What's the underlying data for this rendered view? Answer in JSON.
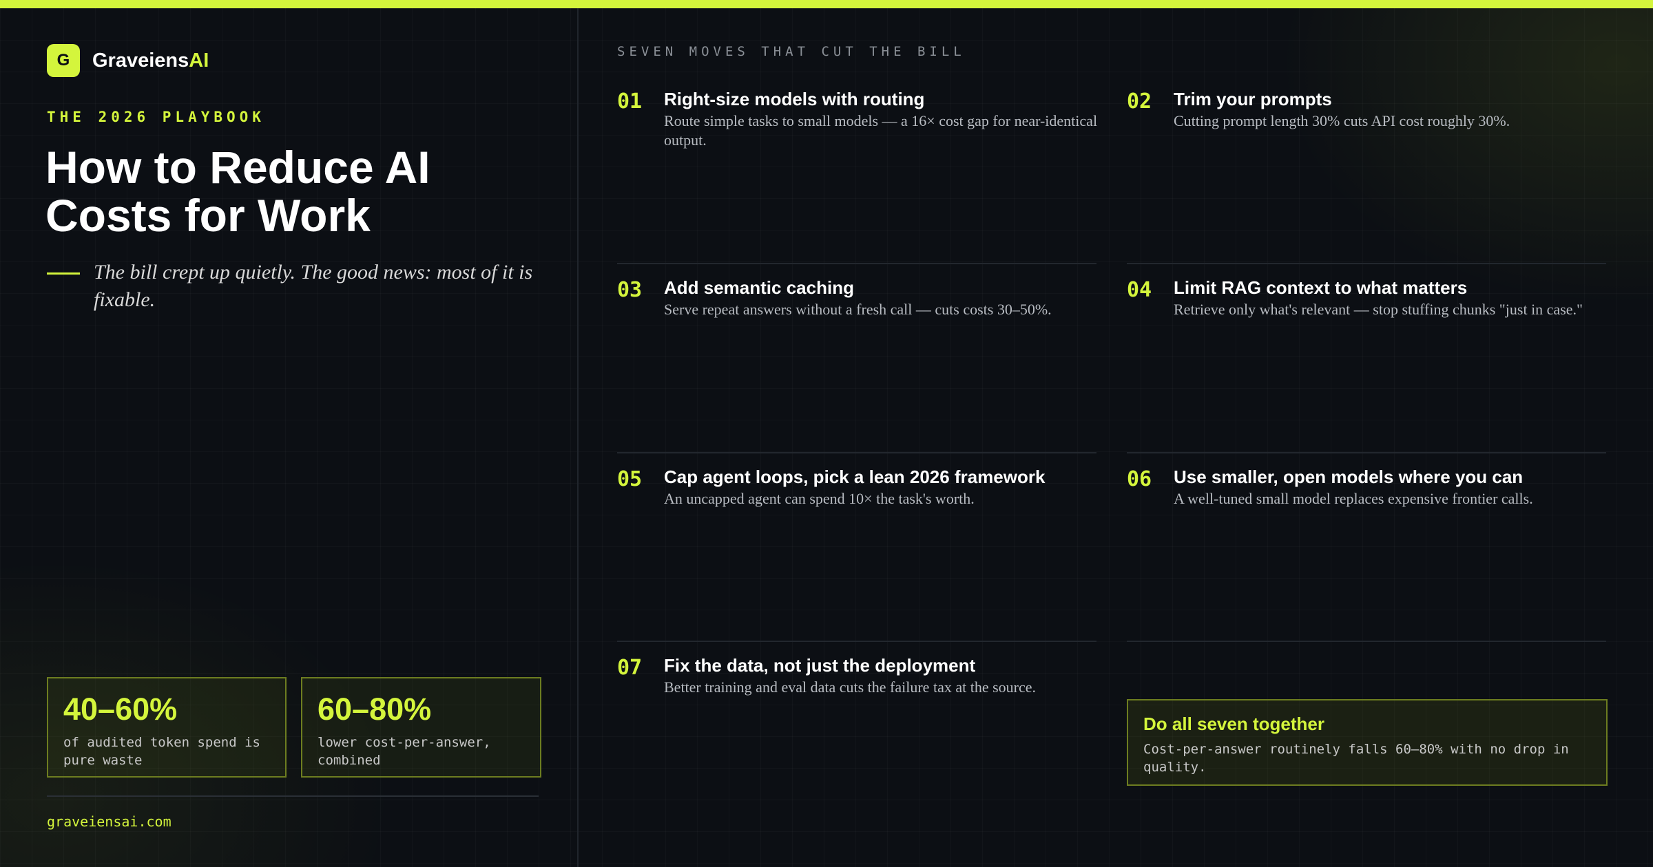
{
  "brand": {
    "logo_letter": "G",
    "name_main": "Graveiens",
    "name_accent": "AI"
  },
  "hero": {
    "eyebrow": "THE 2026 PLAYBOOK",
    "title": "How to Reduce AI Costs for Work",
    "subtitle": "The bill crept up quietly. The good news: most of it is fixable."
  },
  "stats": [
    {
      "value": "40–60%",
      "label": "of audited token spend is pure waste"
    },
    {
      "value": "60–80%",
      "label": "lower cost-per-answer, combined"
    }
  ],
  "site": "graveiensai.com",
  "section_label": "SEVEN MOVES THAT CUT THE BILL",
  "moves": [
    {
      "num": "01",
      "title": "Right-size models with routing",
      "desc": "Route simple tasks to small models — a 16× cost gap for near-identical output."
    },
    {
      "num": "02",
      "title": "Trim your prompts",
      "desc": "Cutting prompt length 30% cuts API cost roughly 30%."
    },
    {
      "num": "03",
      "title": "Add semantic caching",
      "desc": "Serve repeat answers without a fresh call — cuts costs 30–50%."
    },
    {
      "num": "04",
      "title": "Limit RAG context to what matters",
      "desc": "Retrieve only what's relevant — stop stuffing chunks \"just in case.\""
    },
    {
      "num": "05",
      "title": "Cap agent loops, pick a lean 2026 framework",
      "desc": "An uncapped agent can spend 10× the task's worth."
    },
    {
      "num": "06",
      "title": "Use smaller, open models where you can",
      "desc": "A well-tuned small model replaces expensive frontier calls."
    },
    {
      "num": "07",
      "title": "Fix the data, not just the deployment",
      "desc": "Better training and eval data cuts the failure tax at the source."
    }
  ],
  "callout": {
    "title": "Do all seven together",
    "desc": "Cost-per-answer routinely falls 60–80% with no drop in quality."
  },
  "colors": {
    "accent": "#d4f53c",
    "background": "#0c0f14"
  }
}
